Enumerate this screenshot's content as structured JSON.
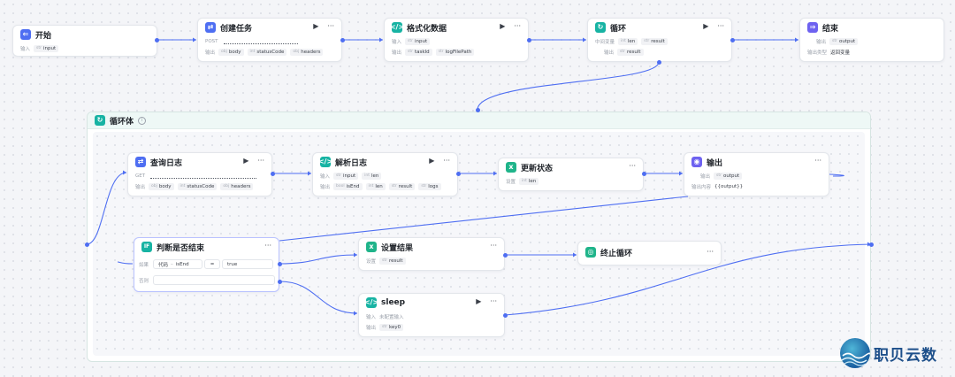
{
  "top_nodes": {
    "start": {
      "title": "开始",
      "input_label": "输入",
      "tag_input_type": "str",
      "tag_input": "input"
    },
    "create_task": {
      "title": "创建任务",
      "method": "POST",
      "output_label": "输出",
      "tags": [
        {
          "t": "obj",
          "n": "body"
        },
        {
          "t": "int",
          "n": "statusCode"
        },
        {
          "t": "obj",
          "n": "headers"
        }
      ]
    },
    "format_data": {
      "title": "格式化数据",
      "input_label": "输入",
      "output_label": "输出",
      "in_tags": [
        {
          "t": "str",
          "n": "input"
        }
      ],
      "out_tags": [
        {
          "t": "str",
          "n": "taskId"
        },
        {
          "t": "str",
          "n": "logFilePath"
        }
      ]
    },
    "loop": {
      "title": "循环",
      "mid_label": "中间变量",
      "output_label": "输出",
      "mid_tags": [
        {
          "t": "int",
          "n": "len"
        },
        {
          "t": "str",
          "n": "result"
        }
      ],
      "out_tags": [
        {
          "t": "str",
          "n": "result"
        }
      ]
    },
    "end": {
      "title": "结束",
      "output_label": "输出",
      "out_tags": [
        {
          "t": "str",
          "n": "output"
        }
      ],
      "type_label": "输出类型",
      "type_value": "返回变量"
    }
  },
  "loop_body": {
    "title": "循环体",
    "info": "i",
    "query_log": {
      "title": "查询日志",
      "method": "GET",
      "output_label": "输出",
      "tags": [
        {
          "t": "obj",
          "n": "body"
        },
        {
          "t": "int",
          "n": "statusCode"
        },
        {
          "t": "obj",
          "n": "headers"
        }
      ]
    },
    "parse_log": {
      "title": "解析日志",
      "input_label": "输入",
      "output_label": "输出",
      "in_tags": [
        {
          "t": "str",
          "n": "input"
        },
        {
          "t": "int",
          "n": "len"
        }
      ],
      "out_tags": [
        {
          "t": "bool",
          "n": "isEnd"
        },
        {
          "t": "int",
          "n": "len"
        },
        {
          "t": "str",
          "n": "result"
        },
        {
          "t": "str",
          "n": "logs"
        }
      ]
    },
    "update_state": {
      "title": "更新状态",
      "set_label": "设置",
      "tags": [
        {
          "t": "int",
          "n": "len"
        }
      ]
    },
    "output": {
      "title": "输出",
      "output_label": "输出",
      "out_tags": [
        {
          "t": "str",
          "n": "output"
        }
      ],
      "content_label": "输出内容",
      "content_value": "{{output}}"
    },
    "judge": {
      "title": "判断是否结束",
      "if_label": "如果",
      "var_source": "代码",
      "var_name": "isEnd",
      "operator": "=",
      "compare_value": "true",
      "else_label": "否则",
      "icon_text": "IF"
    },
    "set_result": {
      "title": "设置结果",
      "set_label": "设置",
      "tags": [
        {
          "t": "str",
          "n": "result"
        }
      ]
    },
    "break_loop": {
      "title": "终止循环"
    },
    "sleep": {
      "title": "sleep",
      "input_label": "输入",
      "input_value": "未配置输入",
      "output_label": "输出",
      "out_tags": [
        {
          "t": "str",
          "n": "key0"
        }
      ]
    }
  },
  "watermark": {
    "text": "职贝云数"
  },
  "colors": {
    "accent": "#4e6ef2",
    "teal": "#17b3a3",
    "purple": "#6e62f0",
    "wire": "#4e6ef2"
  },
  "icons": {
    "play": "▶",
    "more": "···",
    "start": "start-icon",
    "http": "http-icon",
    "code": "code-icon",
    "loop": "loop-icon",
    "end": "end-icon",
    "if": "if-icon",
    "variable": "variable-icon",
    "output": "output-icon",
    "stop": "stop-icon"
  }
}
